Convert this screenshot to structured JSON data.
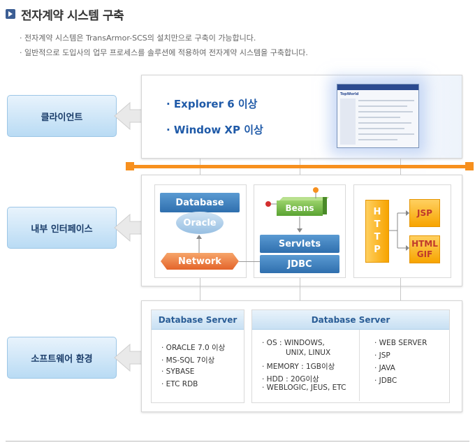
{
  "header": {
    "title": "전자계약 시스템 구축",
    "desc1": "· 전자계약 시스템은 TransArmor-SCS의 설치만으로 구축이 가능합니다.",
    "desc2": "· 일반적으로 도입사의 업무 프로세스를 솔루션에 적용하여 전자계약 시스템을 구축합니다."
  },
  "labels": {
    "client": "클라이언트",
    "interface": "내부 인터페이스",
    "software": "소프트웨어 환경"
  },
  "client": {
    "items": [
      "· Explorer 6 이상",
      "· Window XP 이상"
    ],
    "screenshot_logo": "TopWorld"
  },
  "interface": {
    "database": "Database",
    "oracle": "Oracle",
    "network": "Network",
    "beans": "Beans",
    "servlets": "Servlets",
    "jdbc": "JDBC",
    "http": [
      "H",
      "T",
      "T",
      "P"
    ],
    "jsp": "JSP",
    "html": "HTML",
    "gif": "GIF"
  },
  "software": {
    "box1": {
      "title": "Database Server",
      "items": [
        "· ORACLE 7.0 이상",
        "· MS-SQL 7이상",
        "· SYBASE",
        "· ETC RDB"
      ]
    },
    "box2": {
      "title": "Database Server",
      "left": [
        "· OS : WINDOWS,",
        "UNIX, LINUX",
        "· MEMORY : 1GB이상",
        "· HDD : 20G이상",
        "· WEBLOGIC, JEUS, ETC"
      ],
      "right": [
        "· WEB SERVER",
        "· JSP",
        "· JAVA",
        "· JDBC"
      ]
    }
  },
  "colors": {
    "accent_blue": "#1f5aa8",
    "orange": "#f7901e",
    "label_bg": "#b9dbf4"
  }
}
